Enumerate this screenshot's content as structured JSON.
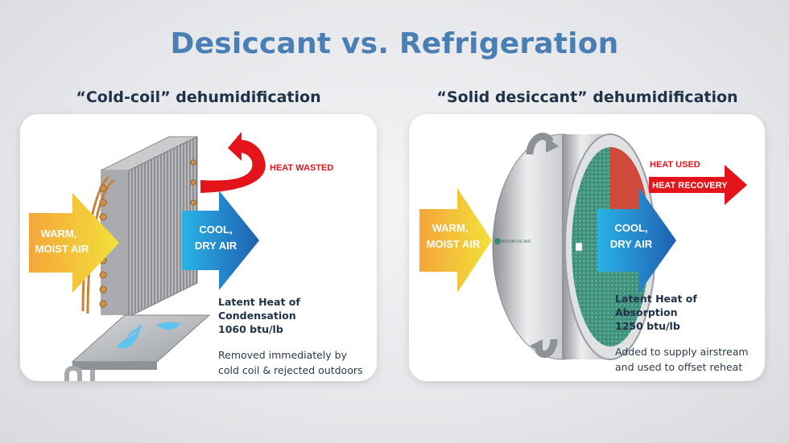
{
  "title": "Desiccant vs. Refrigeration",
  "left": {
    "subtitle": "“Cold-coil” dehumidification",
    "in_label_1": "WARM,",
    "in_label_2": "MOIST AIR",
    "out_label_1": "COOL,",
    "out_label_2": "DRY AIR",
    "heat_label": "HEAT WASTED",
    "heat_heading_1": "Latent Heat of Condensation",
    "heat_heading_2": "1060 btu/lb",
    "desc_1": "Removed immediately by",
    "desc_2": "cold coil & rejected outdoors"
  },
  "right": {
    "subtitle": "“Solid desiccant” dehumidification",
    "in_label_1": "WARM,",
    "in_label_2": "MOIST AIR",
    "out_label_1": "COOL,",
    "out_label_2": "DRY AIR",
    "heat_used": "HEAT USED",
    "heat_recovery": "HEAT RECOVERY",
    "heat_heading_1": "Latent Heat of Absorption",
    "heat_heading_2": "1250 btu/lb",
    "desc_1": "Added to supply airstream",
    "desc_2": "and used to offset reheat"
  },
  "colors": {
    "title": "#4a7fb5",
    "warm_arrow_start": "#f5a63a",
    "warm_arrow_end": "#f2e13a",
    "cool_arrow_start": "#2ab3e6",
    "cool_arrow_end": "#1f5fb0",
    "heat_red": "#e3151b"
  }
}
